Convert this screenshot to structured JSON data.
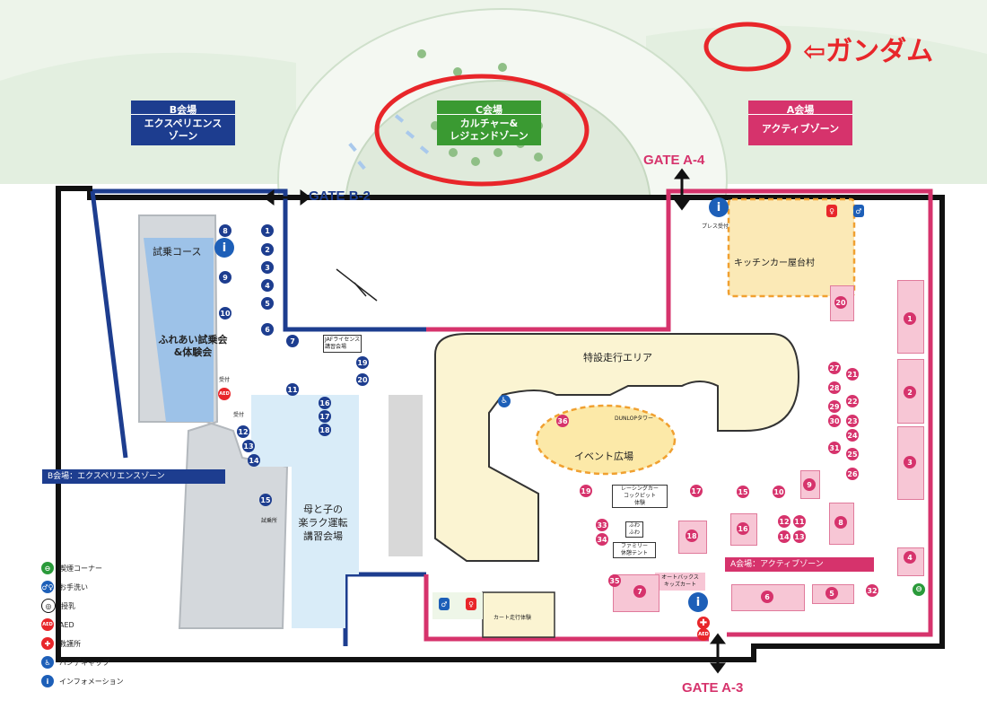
{
  "colors": {
    "blue_zone": "#1d3d8f",
    "green_zone": "#3a9a32",
    "pink_zone": "#d6336c",
    "gundam_red": "#e8262a",
    "light_blue": "#a9c9ec",
    "pale_blue": "#dceef9",
    "cream": "#fbf4d2",
    "orange_dashed": "#f0a030",
    "green_bg": "#e6f1e4"
  },
  "annotation": {
    "arrow_label": "⇦ガンダム"
  },
  "halls": {
    "b": {
      "title": "B会場",
      "sub": "エクスペリエンス\nゾーン"
    },
    "c": {
      "title": "C会場",
      "sub": "カルチャー&\nレジェンドゾーン"
    },
    "a": {
      "title": "A会場",
      "sub": "アクティブゾーン"
    }
  },
  "gates": {
    "b2": "GATE B-2",
    "a4": "GATE A-4",
    "a3": "GATE A-3"
  },
  "areas": {
    "shijo_course": "試乗コース",
    "fureai": "ふれあい試乗会\n&体験会",
    "haha_ko": "母と子の\n楽ラク運転\n講習会場",
    "tokusetsu": "特設走行エリア",
    "event_hiroba": "イベント広場",
    "dunlop": "DUNLOPタワー",
    "kitchen": "キッチンカー屋台村",
    "press": "プレス受付",
    "jaf": "JAFライセンス\n講習会場",
    "racing": "レーシングカー\nコックピット\n体験",
    "fuwa": "ふわ\nふわ",
    "family": "ファミリー\n休憩テント",
    "kart": "カート走行体験",
    "autobacs": "オートバックス\nキッズカート",
    "uketsuke1": "受付",
    "uketsuke2": "受付",
    "shijo_sho": "試乗所"
  },
  "zone_banners": {
    "b": "B会場：エクスペリエンスゾーン",
    "a": "A会場：アクティブゾーン"
  },
  "legend": [
    {
      "icon": "smoking-icon",
      "label": "喫煙コーナー",
      "color": "#2a9a3a",
      "glyph": "⊖"
    },
    {
      "icon": "restroom-icon",
      "label": "お手洗い",
      "color": "#1d5fb8",
      "glyph": "♂♀"
    },
    {
      "icon": "nursing-icon",
      "label": "授乳",
      "color": "#ffffff",
      "glyph": "◎"
    },
    {
      "icon": "aed-icon",
      "label": "AED",
      "color": "#e8262a",
      "glyph": "AED"
    },
    {
      "icon": "first-aid-icon",
      "label": "救護所",
      "color": "#e8262a",
      "glyph": "✚"
    },
    {
      "icon": "handicap-icon",
      "label": "ハンデキャップ",
      "color": "#1d5fb8",
      "glyph": "♿"
    },
    {
      "icon": "information-icon",
      "label": "インフォメーション",
      "color": "#1d5fb8",
      "glyph": "i"
    }
  ],
  "booth_numbers": {
    "blue_col_left": [
      "8",
      "9",
      "10"
    ],
    "blue_col_right": [
      "1",
      "2",
      "3",
      "4",
      "5",
      "6"
    ],
    "blue_misc": [
      "7",
      "11",
      "16",
      "17",
      "18",
      "19",
      "20",
      "12",
      "13",
      "14",
      "15"
    ],
    "pink": [
      "1",
      "2",
      "3",
      "4",
      "5",
      "6",
      "7",
      "8",
      "9",
      "10",
      "11",
      "12",
      "13",
      "14",
      "15",
      "16",
      "17",
      "18",
      "19",
      "20",
      "21",
      "22",
      "23",
      "24",
      "25",
      "26",
      "27",
      "28",
      "29",
      "30",
      "31",
      "32",
      "33",
      "34",
      "35",
      "36"
    ]
  }
}
